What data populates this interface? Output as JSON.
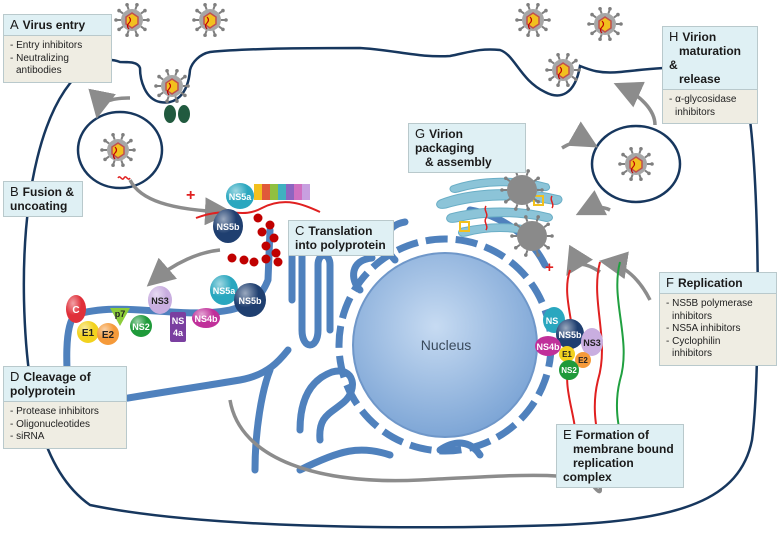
{
  "stages": {
    "A": {
      "letter": "A",
      "title": "Virus entry",
      "items": [
        "- Entry inhibitors",
        "- Neutralizing",
        "antibodies"
      ]
    },
    "B": {
      "letter": "B",
      "title_l1": "Fusion &",
      "title_l2": "uncoating"
    },
    "C": {
      "letter": "C",
      "title_l1": "Translation",
      "title_l2": "into polyprotein"
    },
    "D": {
      "letter": "D",
      "title_l1": "Cleavage of",
      "title_l2": "polyprotein",
      "items": [
        "- Protease inhibitors",
        "- Oligonucleotides",
        "- siRNA"
      ]
    },
    "E": {
      "letter": "E",
      "title_l1": "Formation of",
      "title_l2": "membrane bound",
      "title_l3": "replication complex"
    },
    "F": {
      "letter": "F",
      "title": "Replication",
      "items": [
        "- NS5B polymerase",
        "inhibitors",
        "- NS5A inhibitors",
        "- Cyclophilin",
        "inhibitors"
      ]
    },
    "G": {
      "letter": "G",
      "title_l1": "Virion packaging",
      "title_l2": "& assembly"
    },
    "H": {
      "letter": "H",
      "title_l1": "Virion",
      "title_l2": "maturation &",
      "title_l3": "release",
      "items": [
        "- α-glycosidase",
        "inhibitors"
      ]
    }
  },
  "nucleus_label": "Nucleus",
  "proteins": {
    "c": "C",
    "e1": "E1",
    "e2": "E2",
    "p7": "p7",
    "ns2": "NS2",
    "ns3": "NS3",
    "ns4a_l1": "NS",
    "ns4a_l2": "4a",
    "ns4b": "NS4b",
    "ns5a": "NS5a",
    "ns5b": "NS5b"
  },
  "complex": {
    "ns5a": "NS",
    "ns5b": "NS5b",
    "ns3": "NS3",
    "ns4b": "NS4b",
    "e1": "E1",
    "e2": "E2",
    "ns2": "NS2"
  },
  "strand_signs": {
    "plus": "+",
    "minus": "-"
  },
  "colors": {
    "cell_border": "#17375e",
    "er": "#4f81bd",
    "nucleus": "#a7c3e6",
    "golgi": "#8cc4d8",
    "arrow": "#8c8c8c",
    "rna_red": "#e02020",
    "rna_green": "#20a040",
    "ribosome": "#c00000",
    "virion_core": "#c0504d",
    "virion_spike": "#7f7f7f"
  }
}
